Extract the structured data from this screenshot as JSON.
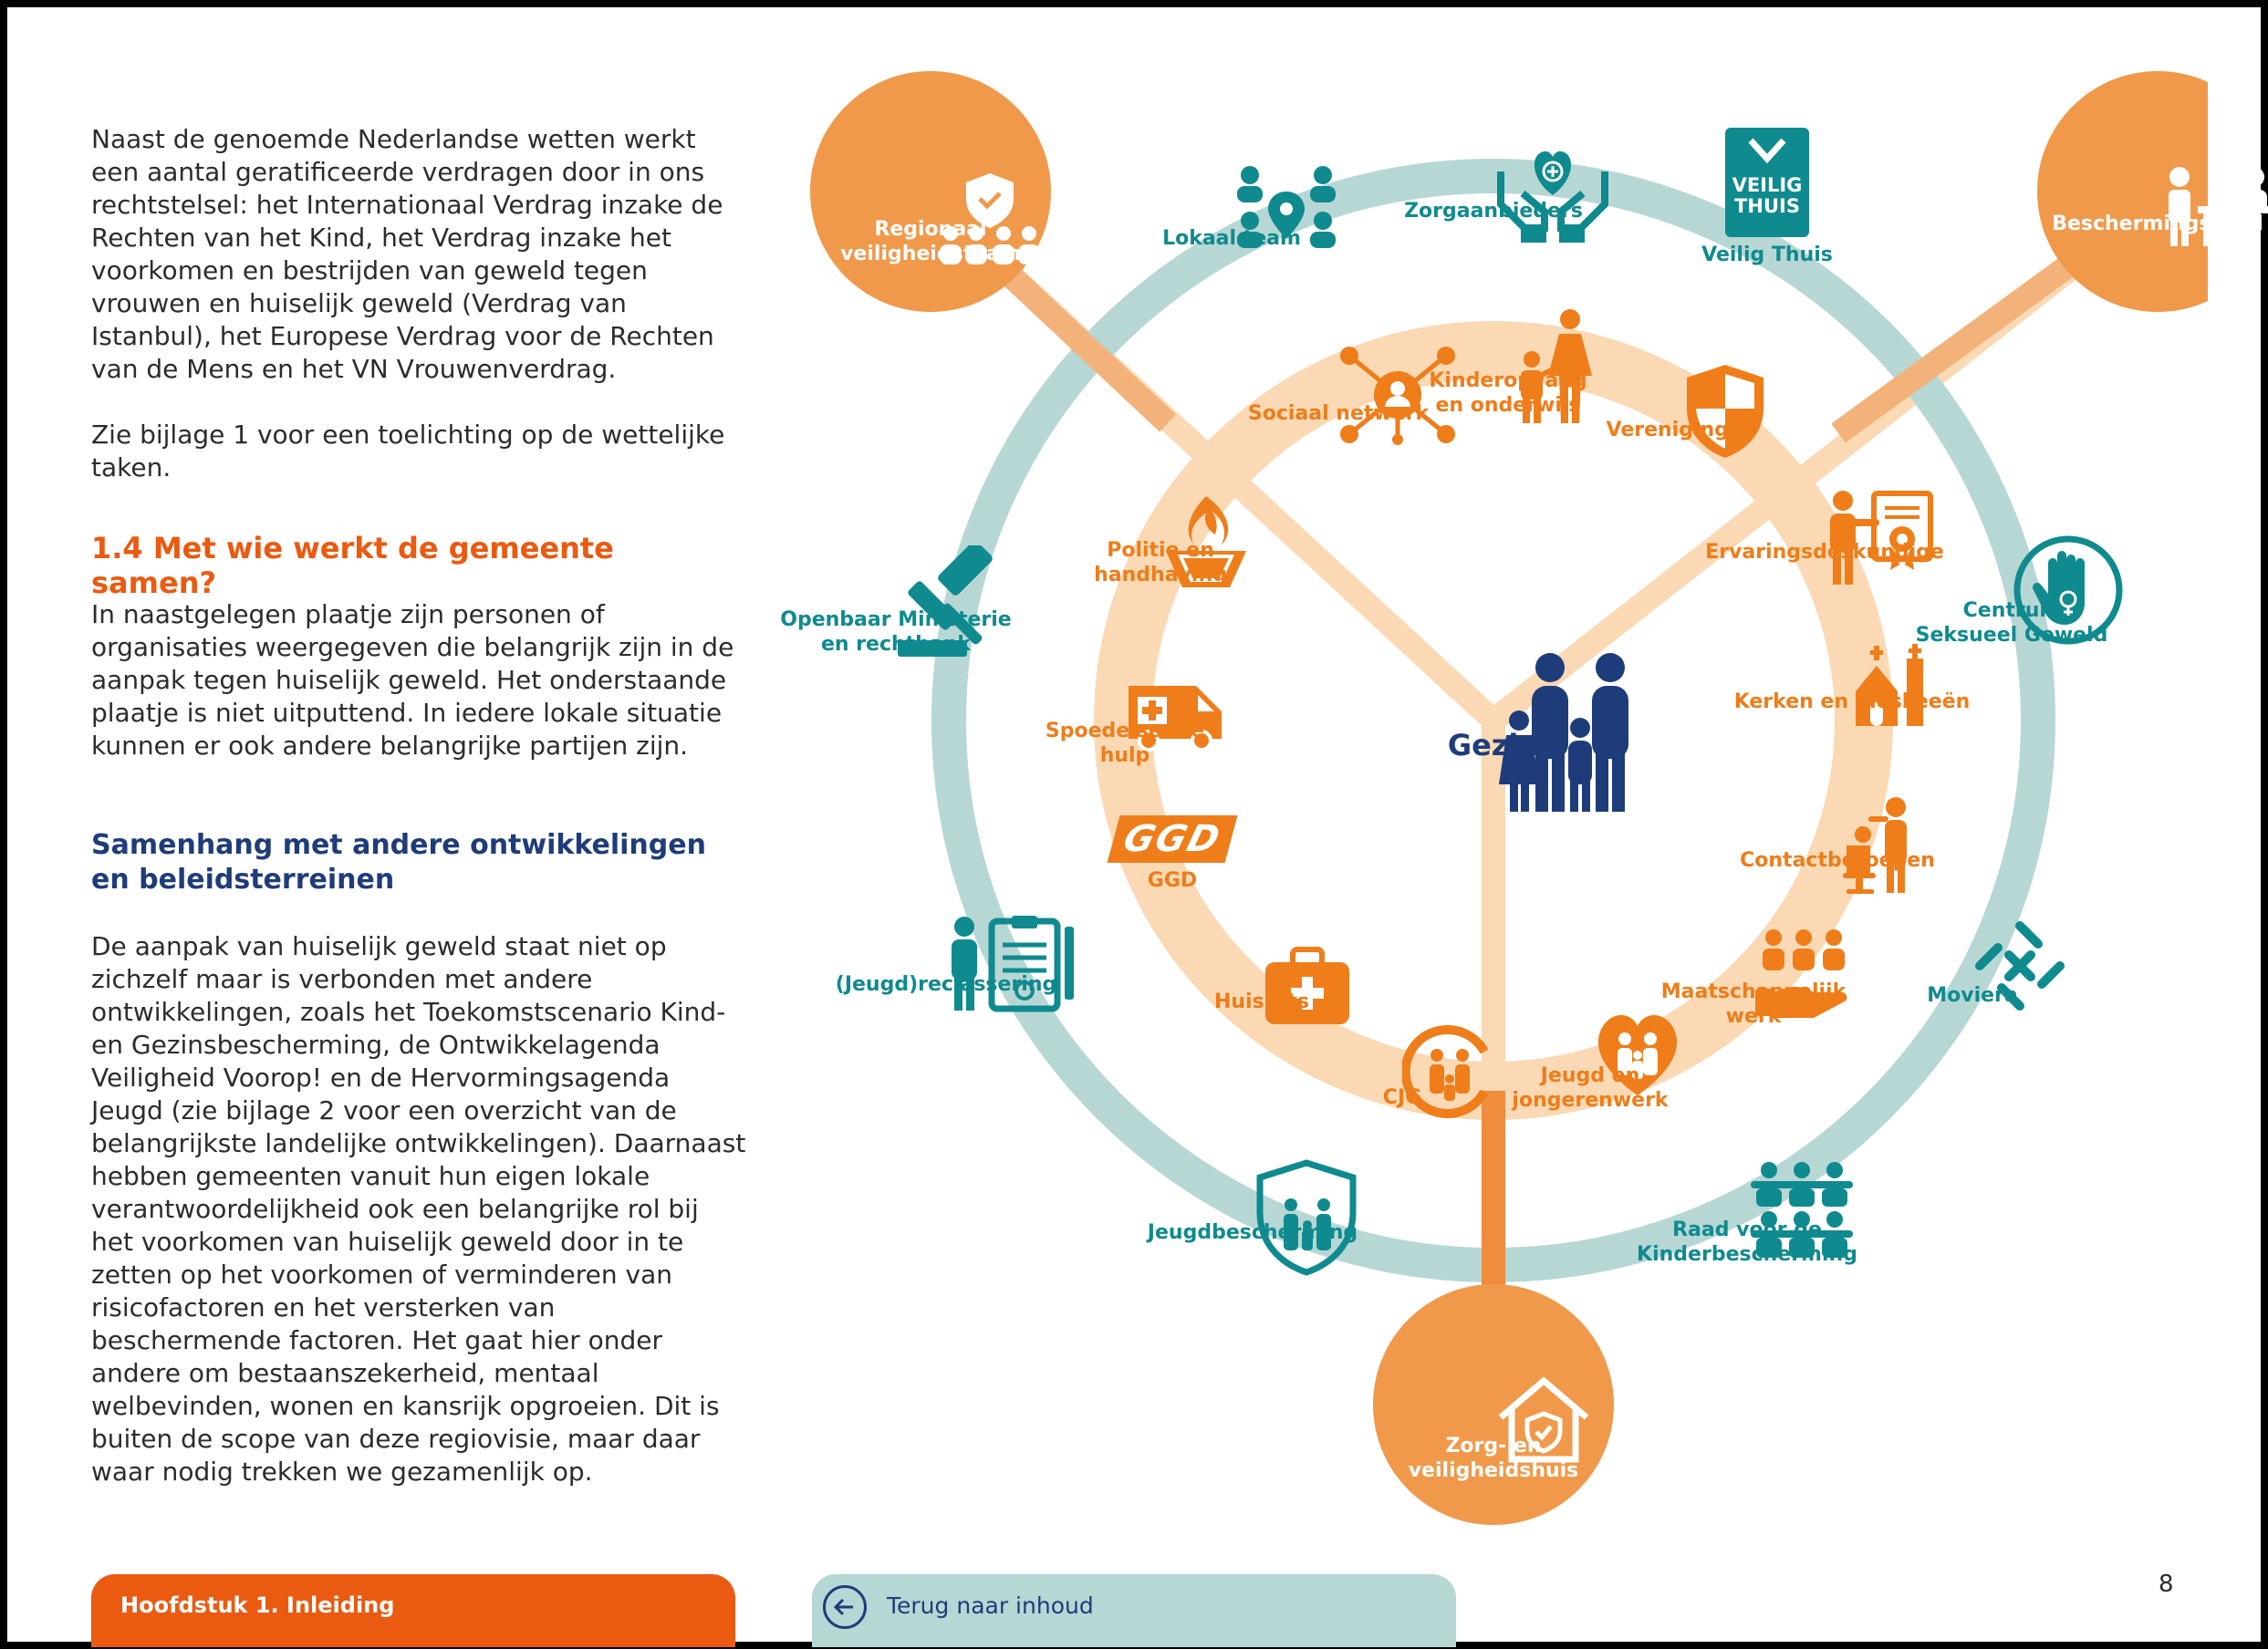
{
  "intro": {
    "paragraph1": "Naast de genoemde Nederlandse wetten werkt een aantal geratificeerde verdragen door in ons rechtstelsel: het Internationaal Verdrag inzake de Rechten van het Kind, het Verdrag inzake het voorkomen en bestrijden van geweld tegen vrouwen en huiselijk geweld (Verdrag van Istanbul), het Europese Verdrag voor de Rechten van de Mens en het VN Vrouwenverdrag.",
    "paragraph2": "Zie bijlage 1 voor een toelichting op de wettelijke taken."
  },
  "section": {
    "heading": "1.4  Met wie werkt de gemeente samen?",
    "paragraph": "In naastgelegen plaatje zijn personen of organisaties weergegeven die belangrijk zijn in de aanpak tegen huiselijk geweld. Het onderstaande plaatje is niet uitputtend. In iedere lokale situatie kunnen er ook andere belangrijke partijen zijn."
  },
  "subsection": {
    "heading": "Samenhang met andere ontwikkelingen en beleidsterreinen",
    "paragraph": "De aanpak van huiselijk geweld staat niet op zichzelf maar is verbonden met andere ontwikkelingen, zoals het Toekomstscenario Kind- en Gezinsbescherming, de Ontwikkelagenda Veiligheid Voorop! en de Hervormingsagenda Jeugd (zie bijlage 2 voor een overzicht van de belangrijkste landelijke ontwikkelingen). Daarnaast hebben gemeenten vanuit hun eigen lokale verantwoordelijkheid ook een belangrijke rol bij het voorkomen van huiselijk geweld door in te zetten op het voorkomen of verminderen van risicofactoren en het versterken van beschermende factoren. Het gaat hier onder andere om bestaanszekerheid, mentaal welbevinden, wonen en kansrijk opgroeien. Dit is buiten de scope van deze regiovisie, maar daar waar nodig trekken we gezamenlijk op."
  },
  "diagram": {
    "colors": {
      "teal": "#0f8a8f",
      "teal_ring": "#b7d7d5",
      "orange": "#ee7d1a",
      "orange_hub": "#f0994a",
      "orange_ring": "#fad9b4",
      "navy": "#1f3c7a"
    },
    "center": {
      "label": "Gezin",
      "icon": "family-icon"
    },
    "hubs": {
      "regionaal": "Regionaal\nveiligheidsteam",
      "beschermingstafel": "Beschermingstafel",
      "zorghuis": "Zorg- en\nveiligheidshuis"
    },
    "outer": {
      "lokaal_team": "Lokaal team",
      "zorgaanbieders": "Zorgaanbieders",
      "veilig_thuis": "Veilig Thuis",
      "veilig_thuis_logo_line1": "VEILIG",
      "veilig_thuis_logo_line2": "THUIS",
      "centrum": "Centrum\nSeksueel Geweld",
      "moviera": "Moviera",
      "raad": "Raad voor de\nKinderbescherming",
      "jeugdbescherming": "Jeugdbescherming",
      "reclassering": "(Jeugd)reclassering",
      "om": "Openbaar Ministerie\nen rechtbank"
    },
    "inner": {
      "sociaal": "Sociaal netwerk",
      "kinderopvang": "Kinderopvang\nen onderwijs",
      "verenigingen": "Verenigingen",
      "ervaring": "Ervaringsdeskundige",
      "kerken": "Kerken en moskeeën",
      "contact": "Contactberoepen",
      "maatschappelijk": "Maatschappelijk\nwerk",
      "jeugd": "Jeugd en\njongerenwerk",
      "cjg": "CJG",
      "huisarts": "Huisarts",
      "ggd": "GGD",
      "ggd_logo": "GGD",
      "spoed": "Spoedeisende\nhulp",
      "politie": "Politie en\nhandhaving"
    }
  },
  "footer": {
    "chapter": "Hoofdstuk 1. Inleiding",
    "back": "Terug naar inhoud",
    "page": "8"
  }
}
